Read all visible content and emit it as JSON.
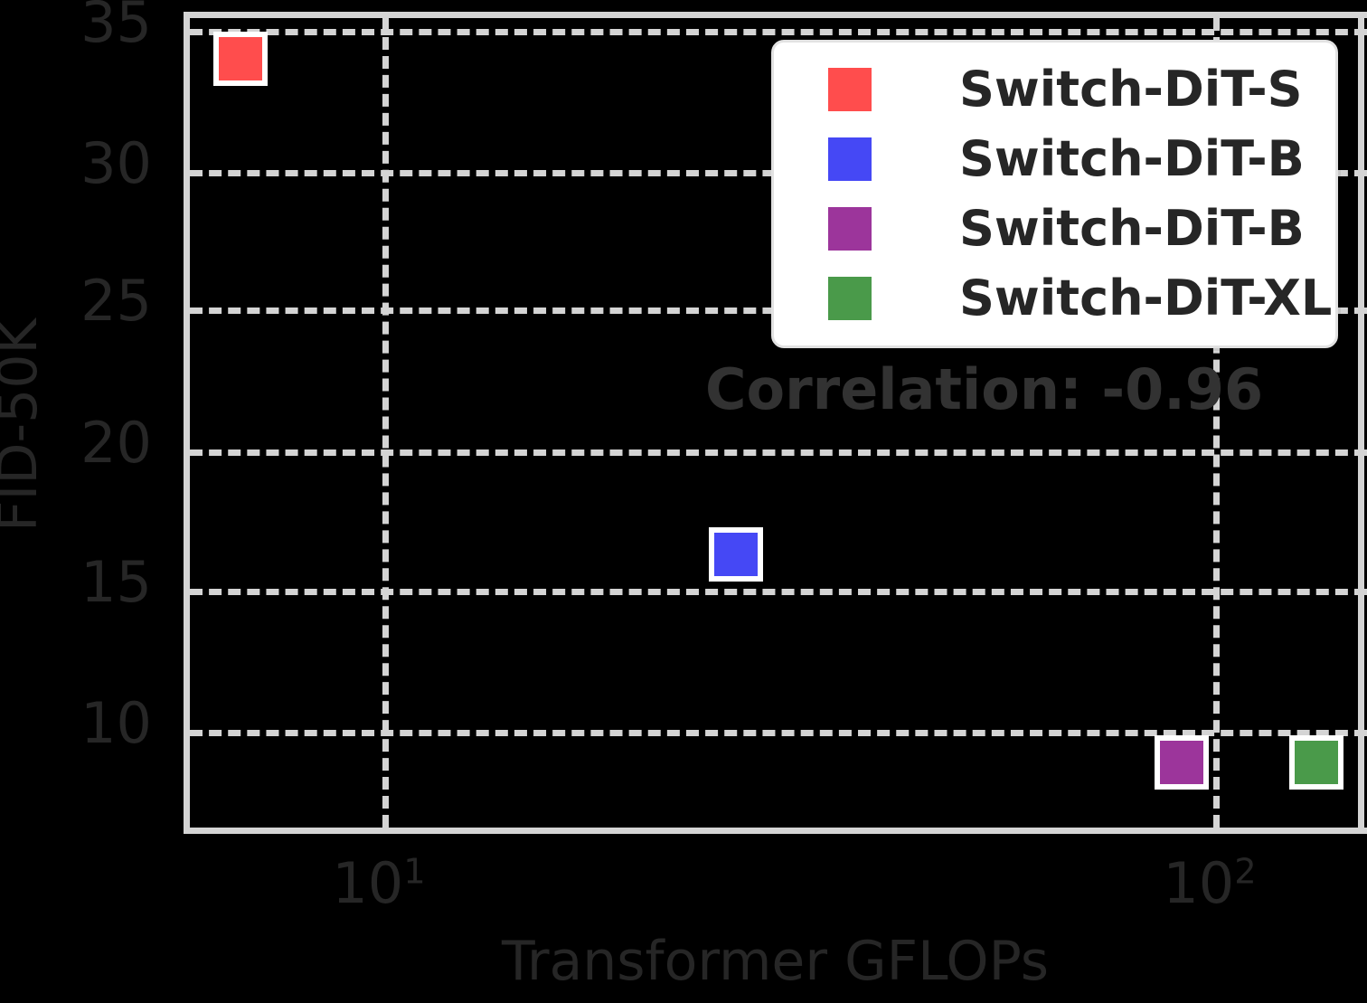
{
  "chart_data": {
    "type": "scatter",
    "title": "",
    "xlabel": "Transformer GFLOPs",
    "ylabel": "FID-50K",
    "xscale": "log",
    "yscale": "linear",
    "xlim": [
      5.6,
      190
    ],
    "ylim": [
      6.8,
      35.4
    ],
    "grid": true,
    "legend_position": "upper right",
    "xticks": [
      {
        "value": 10,
        "label": "10",
        "exponent": "1"
      },
      {
        "value": 100,
        "label": "10",
        "exponent": "2"
      }
    ],
    "yticks": [
      {
        "value": 35,
        "label": "35"
      },
      {
        "value": 30,
        "label": "30"
      },
      {
        "value": 25,
        "label": "25"
      },
      {
        "value": 20,
        "label": "20"
      },
      {
        "value": 15,
        "label": "15"
      },
      {
        "value": 10,
        "label": "10"
      }
    ],
    "series": [
      {
        "name": "Switch-DiT-S",
        "color": "#ff4d4d",
        "x": 6.1,
        "y": 34.3
      },
      {
        "name": "Switch-DiT-B",
        "color": "#4548f5",
        "x": 23.0,
        "y": 16.2
      },
      {
        "name": "Switch-DiT-B",
        "color": "#9c359b",
        "x": 80.5,
        "y": 8.95
      },
      {
        "name": "Switch-DiT-XL",
        "color": "#4a9a4a",
        "x": 143.0,
        "y": 8.95
      }
    ],
    "annotations": [
      {
        "name": "correlation",
        "text": "Correlation: -0.96"
      }
    ]
  },
  "legend": {
    "items": [
      {
        "label": "Switch-DiT-S",
        "color": "#ff4d4d"
      },
      {
        "label": "Switch-DiT-B",
        "color": "#4548f5"
      },
      {
        "label": "Switch-DiT-B",
        "color": "#9c359b"
      },
      {
        "label": "Switch-DiT-XL",
        "color": "#4a9a4a"
      }
    ]
  },
  "colors": {
    "background": "#000000",
    "text": "#262626",
    "grid": "#d4d4d4",
    "spine": "#d4d4d4",
    "legend_background": "#ffffff",
    "marker_edge": "#ffffff"
  }
}
